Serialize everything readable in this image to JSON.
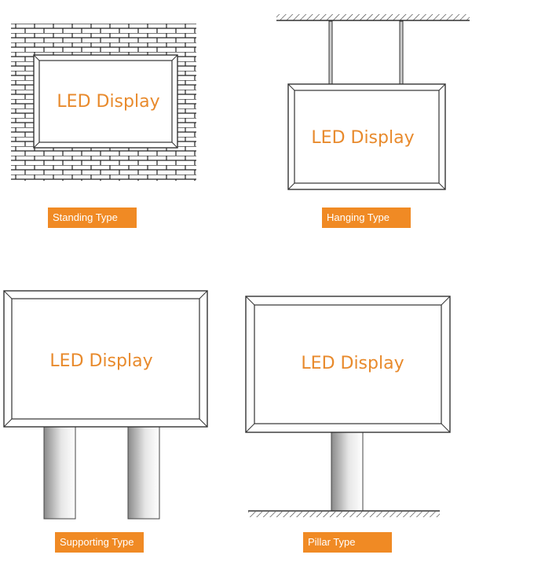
{
  "panels": [
    {
      "id": "standing",
      "screen_label": "LED Display",
      "type_label": "Standing Type"
    },
    {
      "id": "hanging",
      "screen_label": "LED Display",
      "type_label": "Hanging Type"
    },
    {
      "id": "supporting",
      "screen_label": "LED Display",
      "type_label": "Supporting Type"
    },
    {
      "id": "pillar",
      "screen_label": "LED Display",
      "type_label": "Pillar Type"
    }
  ],
  "colors": {
    "label_background": "#f08a24",
    "label_text": "#ffffff",
    "display_text": "#e88a2c",
    "frame_stroke": "#333333",
    "post_dark": "#8a8a8a",
    "post_light": "#ffffff"
  }
}
